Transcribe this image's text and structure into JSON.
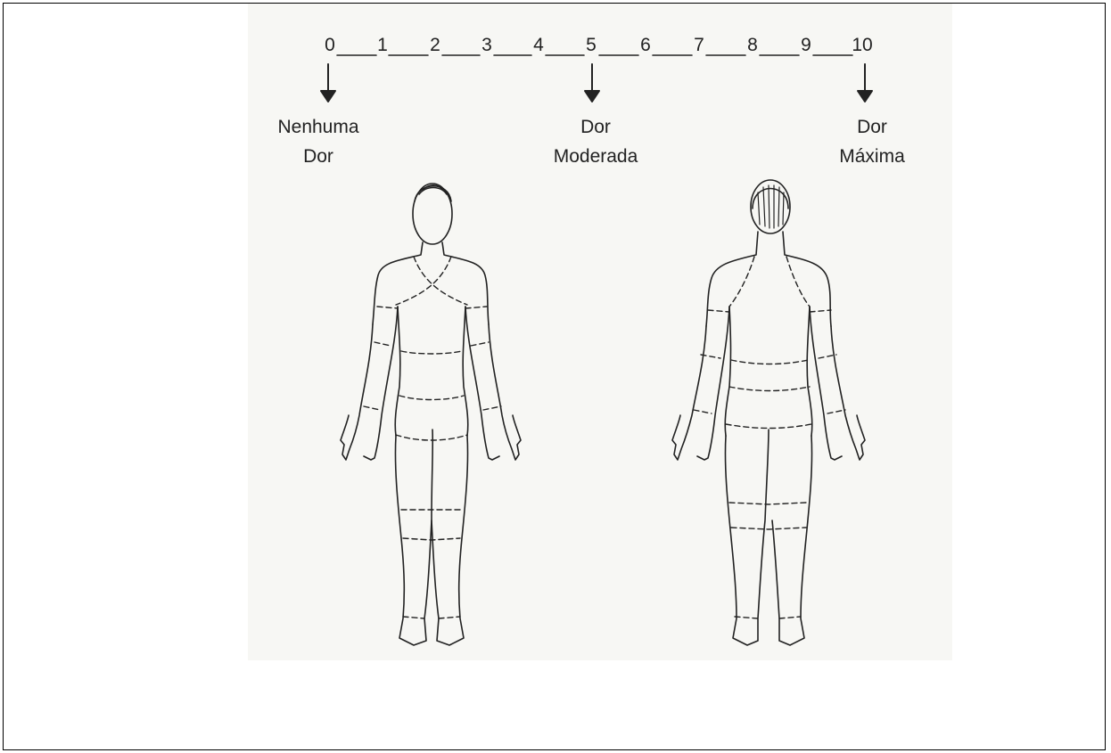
{
  "scale": {
    "numbers": [
      "0",
      "1",
      "2",
      "3",
      "4",
      "5",
      "6",
      "7",
      "8",
      "9",
      "10"
    ],
    "anchors": [
      {
        "line1": "Nenhuma",
        "line2": "Dor"
      },
      {
        "line1": "Dor",
        "line2": "Moderada"
      },
      {
        "line1": "Dor",
        "line2": "Máxima"
      }
    ]
  },
  "figures": [
    "body-front",
    "body-back"
  ],
  "colors": {
    "ink": "#222222",
    "paper": "#f7f7f4",
    "border": "#000000"
  }
}
